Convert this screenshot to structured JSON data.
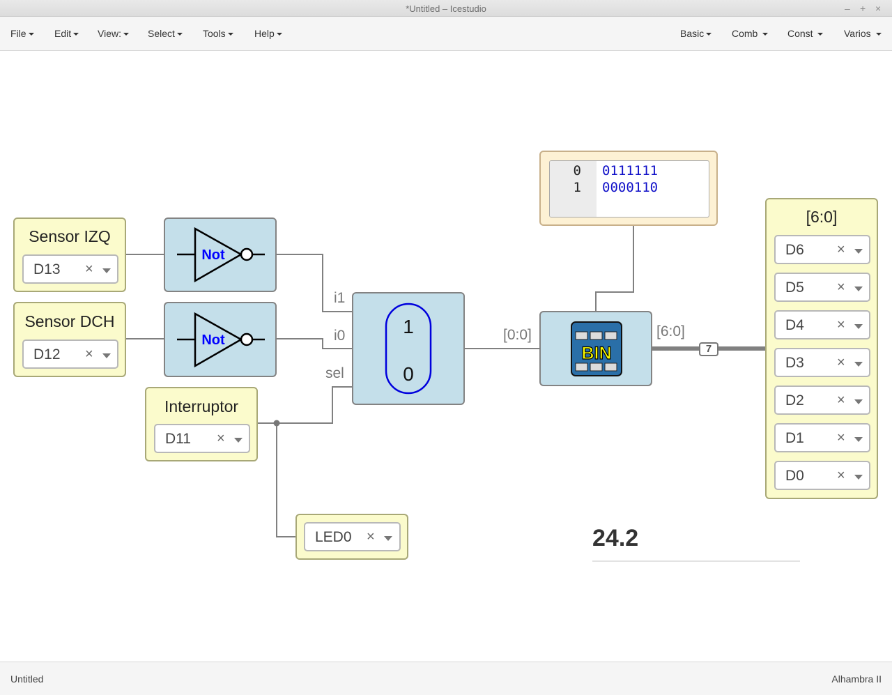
{
  "window": {
    "title": "*Untitled – Icestudio",
    "controls": [
      "–",
      "+",
      "×"
    ]
  },
  "menubar": {
    "left": [
      {
        "label": "File"
      },
      {
        "label": "Edit"
      },
      {
        "label": "View:"
      },
      {
        "label": "Select"
      },
      {
        "label": "Tools"
      },
      {
        "label": "Help"
      }
    ],
    "right": [
      {
        "label": "Basic"
      },
      {
        "label": "Comb "
      },
      {
        "label": "Const "
      },
      {
        "label": "Varios "
      }
    ]
  },
  "blocks": {
    "sensor_izq": {
      "title": "Sensor IZQ",
      "pin": "D13"
    },
    "sensor_dch": {
      "title": "Sensor DCH",
      "pin": "D12"
    },
    "interruptor": {
      "title": "Interruptor",
      "pin": "D11"
    },
    "led": {
      "pin": "LED0"
    },
    "not_top": {
      "label": "Not"
    },
    "not_bottom": {
      "label": "Not"
    },
    "mux": {
      "port_i1": "i1",
      "port_i0": "i0",
      "port_sel": "sel",
      "val_top": "1",
      "val_bottom": "0"
    },
    "memory": {
      "lines": [
        {
          "num": "0",
          "value": "0111111"
        },
        {
          "num": "1",
          "value": "0000110"
        }
      ]
    },
    "bin": {
      "label": "BIN",
      "in_range": "[0:0]",
      "out_range": "[6:0]",
      "bus_width": "7"
    },
    "output_bus": {
      "title": "[6:0]",
      "pins": [
        "D6",
        "D5",
        "D4",
        "D3",
        "D2",
        "D1",
        "D0"
      ]
    }
  },
  "canvas_value": "24.2",
  "statusbar": {
    "left": "Untitled",
    "right": "Alhambra II"
  },
  "icons": {
    "clear": "×",
    "not_gate": "not-gate-icon",
    "bin": "bin-icon"
  },
  "colors": {
    "io_block": "#fbfbcc",
    "logic_block": "#c4dfea",
    "memory_block": "#fdf1d4",
    "wire": "#808080",
    "not_label": "#0000ff",
    "bin_label": "#ffff00",
    "mem_code": "#1010c8"
  }
}
